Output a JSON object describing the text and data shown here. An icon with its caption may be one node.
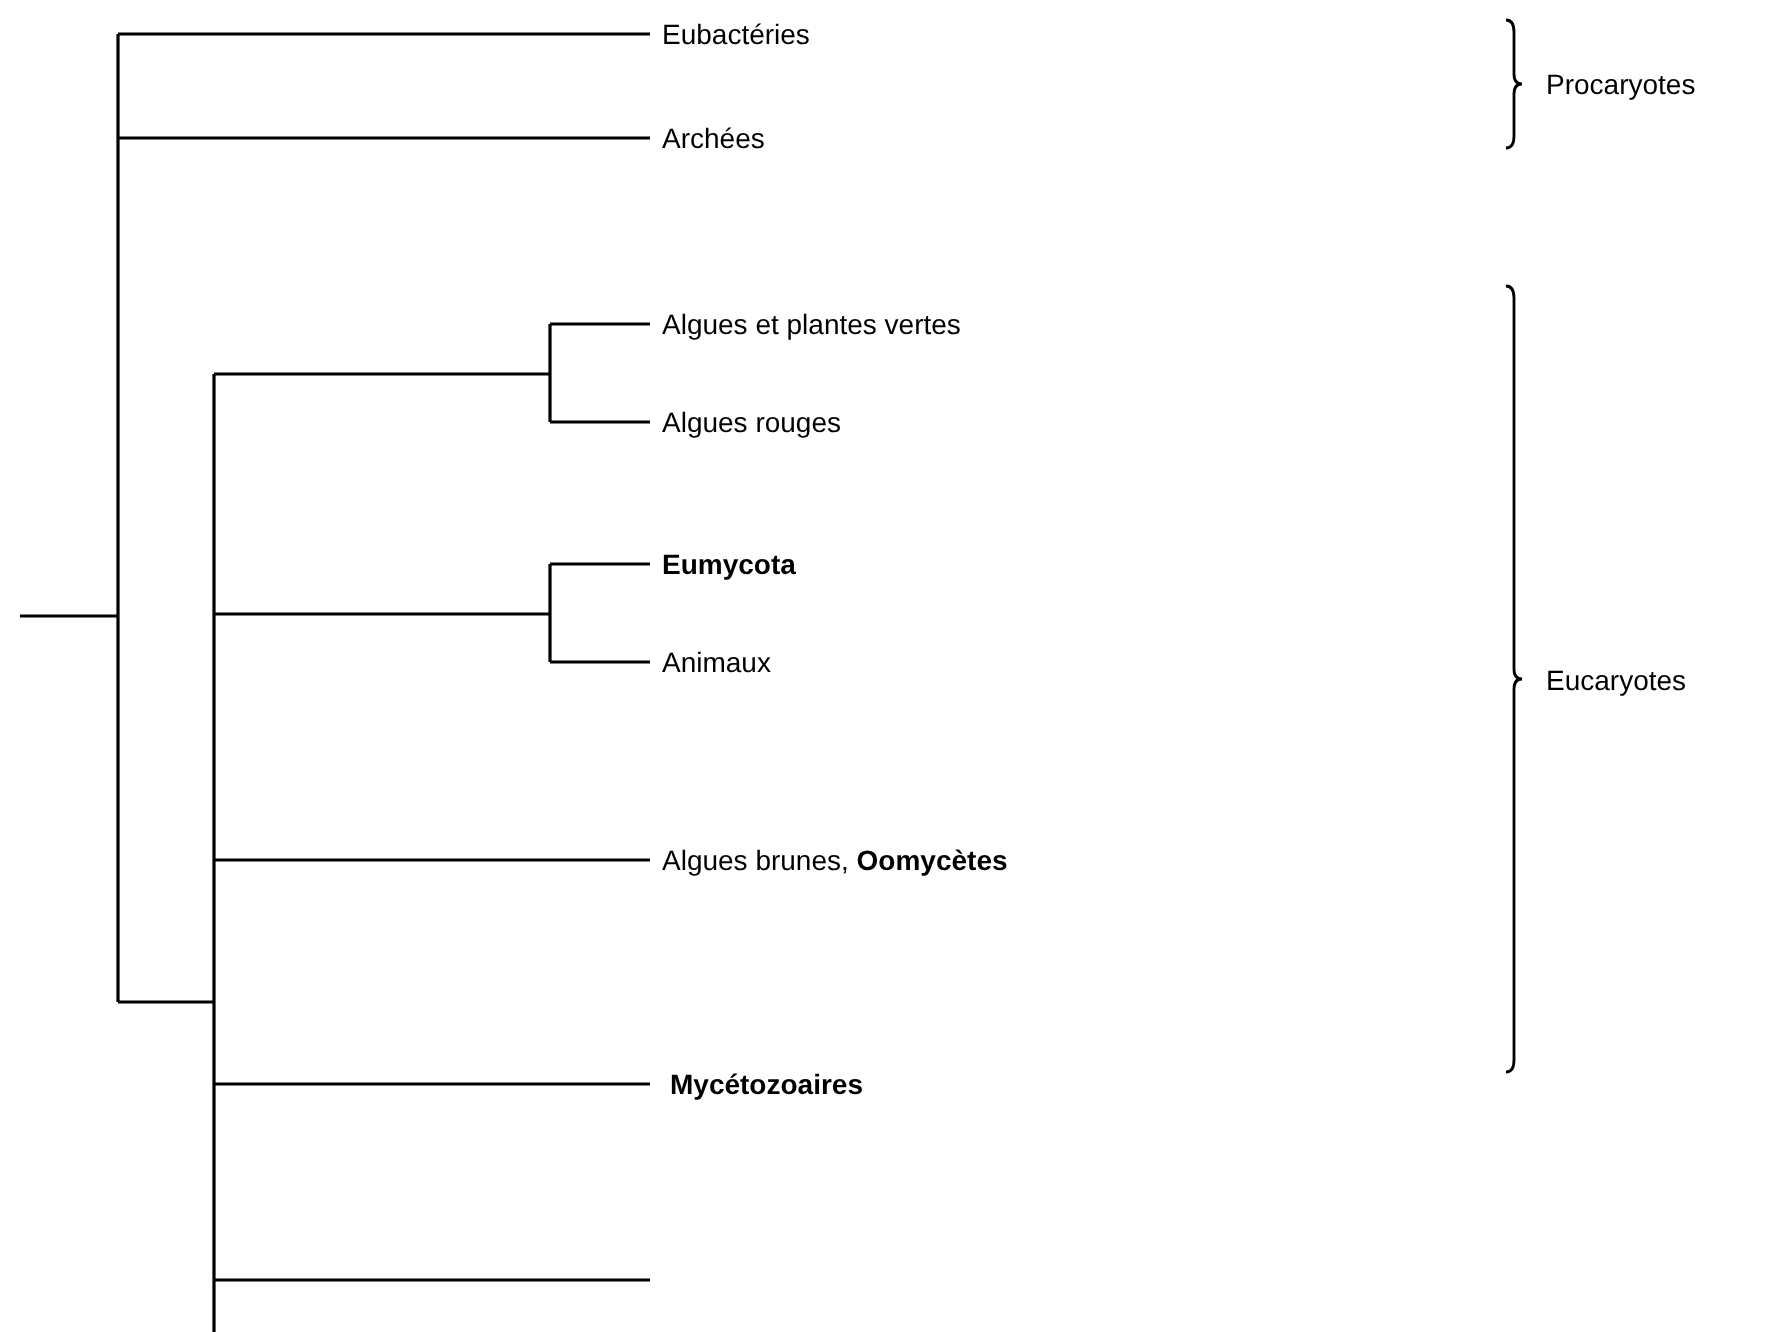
{
  "diagram": {
    "labels": [
      "Eubactéries",
      "Procaryotes",
      "Archées",
      "Algues et plantes vertes",
      "Algues rouges",
      "Eumycota",
      "Eucaryotes",
      "Animaux",
      "Algues brunes, **Oomycètes**",
      "Mycétozoaires"
    ]
  }
}
